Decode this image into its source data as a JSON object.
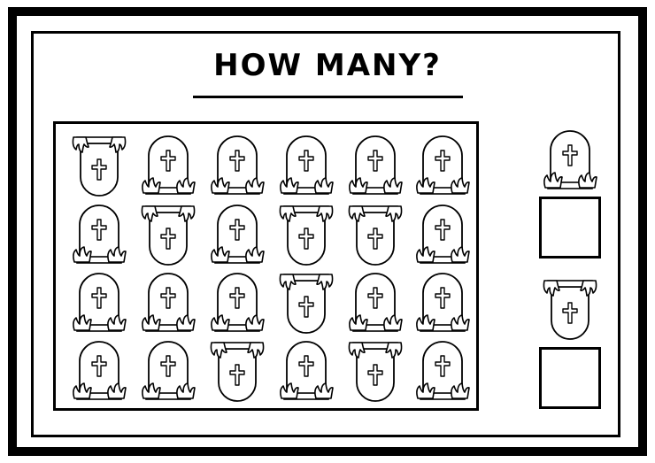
{
  "worksheet": {
    "title": "HOW MANY?"
  },
  "grid": {
    "rows": [
      [
        "sign-hang",
        "stone",
        "stone",
        "stone",
        "stone",
        "stone"
      ],
      [
        "stone",
        "sign-hang",
        "stone",
        "sign-hang",
        "sign-hang",
        "stone"
      ],
      [
        "stone",
        "stone",
        "stone",
        "sign-hang",
        "stone",
        "stone"
      ],
      [
        "stone",
        "stone",
        "sign-hang",
        "stone",
        "sign-hang",
        "stone"
      ]
    ]
  },
  "legend": [
    {
      "kind": "stone",
      "icon": "tombstone-icon",
      "answer": ""
    },
    {
      "kind": "sign-hang",
      "icon": "hanging-tombstone-icon",
      "answer": ""
    }
  ]
}
